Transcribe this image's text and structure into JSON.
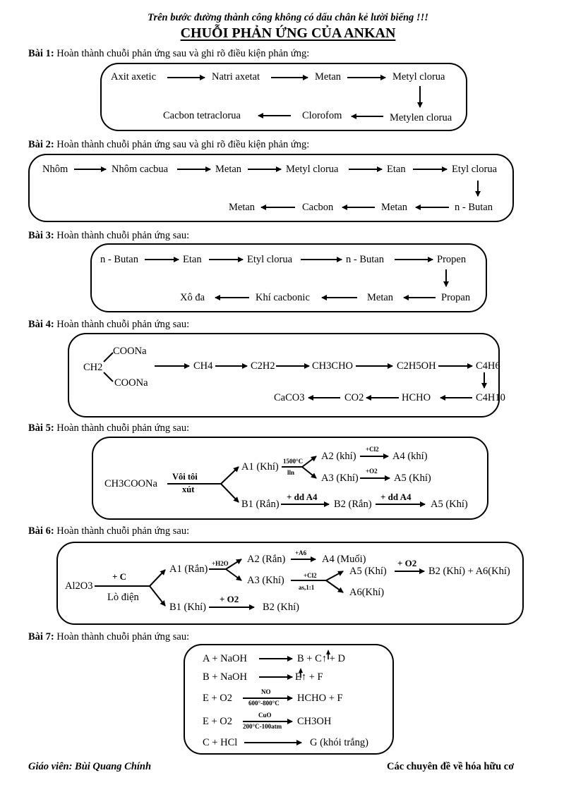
{
  "header": {
    "motto": "Trên bước đường thành công không có dấu chân kẻ lười biếng !!!",
    "title": "CHUỖI PHẢN ỨNG CỦA ANKAN"
  },
  "exercises": [
    {
      "label": "Bài 1:",
      "instruction": "Hoàn thành chuỗi phản ứng sau và ghi rõ điều kiện phản ứng:",
      "items": [
        "Axit axetic",
        "Natri axetat",
        "Metan",
        "Metyl clorua",
        "Metylen clorua",
        "Clorofom",
        "Cacbon tetraclorua"
      ]
    },
    {
      "label": "Bài 2:",
      "instruction": "Hoàn thành chuỗi phản ứng sau và ghi rõ điều kiện phản ứng:",
      "items": [
        "Nhôm",
        "Nhôm cacbua",
        "Metan",
        "Metyl clorua",
        "Etan",
        "Etyl clorua",
        "n - Butan",
        "Metan",
        "Cacbon",
        "Metan"
      ]
    },
    {
      "label": "Bài 3:",
      "instruction": "Hoàn thành chuỗi phản ứng sau:",
      "items": [
        "n - Butan",
        "Etan",
        "Etyl clorua",
        "n - Butan",
        "Propen",
        "Propan",
        "Metan",
        "Khí cacbonic",
        "Xô đa"
      ]
    },
    {
      "label": "Bài 4:",
      "instruction": "Hoàn thành chuỗi phản ứng sau:",
      "items": [
        "CH2",
        "COONa",
        "COONa",
        "CH4",
        "C2H2",
        "CH3CHO",
        "C2H5OH",
        "C4H6",
        "C4H10",
        "HCHO",
        "CO2",
        "CaCO3"
      ]
    },
    {
      "label": "Bài 5:",
      "instruction": "Hoàn thành chuỗi phản ứng sau:",
      "items": [
        "CH3COONa",
        "Vôi tôi",
        "xút",
        "A1 (Khí)",
        "1500°C",
        "lln",
        "A2 (khí)",
        "+Cl2",
        "A4 (khí)",
        "A3 (Khí)",
        "+O2",
        "A5 (Khí)",
        "B1 (Rắn)",
        "+ dd A4",
        "B2 (Rắn)",
        "+ dd A4",
        "A5 (Khí)"
      ]
    },
    {
      "label": "Bài 6:",
      "instruction": "Hoàn thành chuỗi phản ứng sau:",
      "items": [
        "Al2O3",
        "+ C",
        "Lò điện",
        "A1 (Rắn)",
        "+H2O",
        "A2 (Rắn)",
        "+A6",
        "A4 (Muối)",
        "A3 (Khí)",
        "+Cl2",
        "as,1:1",
        "A5 (Khí)",
        "+ O2",
        "B2 (Khí) + A6(Khí)",
        "A6(Khí)",
        "B1 (Khí)",
        "+ O2",
        "B2 (Khí)"
      ]
    },
    {
      "label": "Bài 7:",
      "instruction": "Hoàn thành chuỗi phản ứng sau:",
      "items": [
        "A + NaOH",
        "B + C↑ + D",
        "B + NaOH",
        "E↑ + F",
        "E + O2",
        "NO",
        "600°-800°C",
        "HCHO + F",
        "E + O2",
        "CuO",
        "200°C-100atm",
        "CH3OH",
        "C + HCl",
        "G (khói trắng)"
      ]
    }
  ],
  "footer": {
    "left": "Giáo viên: Bùi Quang Chính",
    "right": "Các chuyên đề về hóa hữu cơ"
  }
}
